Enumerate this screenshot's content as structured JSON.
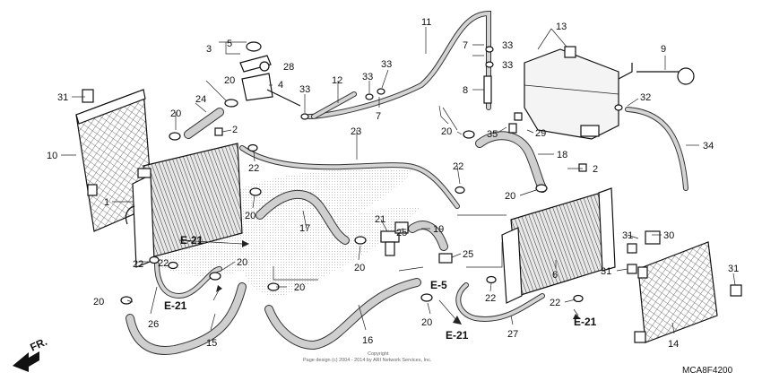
{
  "diagram": {
    "part_callouts": [
      "1",
      "2",
      "3",
      "4",
      "5",
      "6",
      "7",
      "8",
      "9",
      "10",
      "11",
      "12",
      "13",
      "14",
      "15",
      "16",
      "17",
      "18",
      "19",
      "20",
      "21",
      "22",
      "23",
      "24",
      "25",
      "26",
      "27",
      "28",
      "29",
      "30",
      "31",
      "32",
      "33",
      "34",
      "35"
    ],
    "ref_labels": [
      "E-21",
      "E-5"
    ],
    "front_indicator": "FR.",
    "copyright_line1": "Copyright",
    "copyright_line2": "Page design (c) 2004 - 2014 by ARI Network Services, Inc.",
    "diagram_code": "MCA8F4200"
  }
}
